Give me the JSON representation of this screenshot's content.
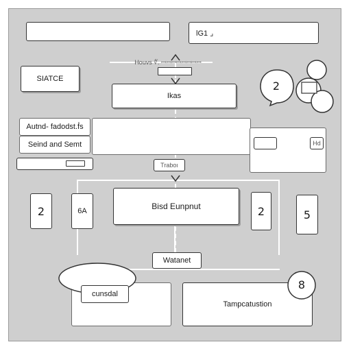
{
  "header": {
    "left_field": "",
    "right_field": "lG1 ⌟",
    "caption": "Houvs   ∜. ꟷꟷꟷꟷꟷꟷꟷꟷ"
  },
  "left_panel": {
    "source_label": "SIATCE",
    "item1": "Autnd- fadodst.f́s",
    "item2": "Seind and Semt"
  },
  "center": {
    "top_node": "Ikas",
    "connector": "Traboı",
    "main_node": "Bisd Eunpnut",
    "merge_node": "Watanet"
  },
  "numbers": {
    "bubble": "2",
    "left": "2",
    "left_tag": "6A",
    "right": "2",
    "far_right": "5",
    "bottom_right": "8"
  },
  "right_panel": {
    "mini_label": "Hd"
  },
  "bottom": {
    "left_label": "cunsdal",
    "right_label": "Tampcatustion"
  },
  "colors": {
    "panel": "#cfcfcf",
    "border": "#333333",
    "line": "#ffffff"
  }
}
